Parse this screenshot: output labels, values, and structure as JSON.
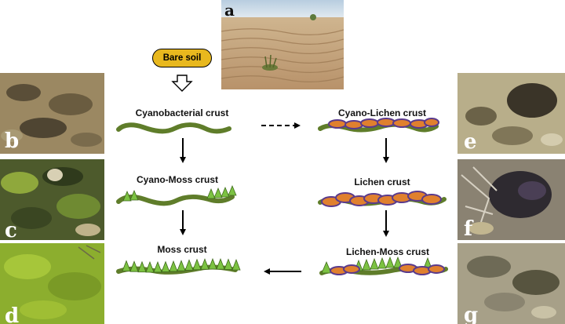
{
  "panels": [
    {
      "id": "a",
      "letter": "a",
      "scene": "sand-dune"
    },
    {
      "id": "b",
      "letter": "b",
      "scene": "cyanobacterial-crust"
    },
    {
      "id": "c",
      "letter": "c",
      "scene": "cyano-moss-crust"
    },
    {
      "id": "d",
      "letter": "d",
      "scene": "moss-crust"
    },
    {
      "id": "e",
      "letter": "e",
      "scene": "cyano-lichen-crust"
    },
    {
      "id": "f",
      "letter": "f",
      "scene": "lichen-crust"
    },
    {
      "id": "g",
      "letter": "g",
      "scene": "lichen-moss-crust"
    }
  ],
  "start": {
    "label": "Bare soil"
  },
  "stages": {
    "cyanobacterial": "Cyanobacterial crust",
    "cyano_moss": "Cyano-Moss crust",
    "moss": "Moss crust",
    "cyano_lichen": "Cyano-Lichen crust",
    "lichen": "Lichen crust",
    "lichen_moss": "Lichen-Moss crust"
  },
  "colors": {
    "crust_band": "#5f7d2a",
    "moss_triangle": "#7cc242",
    "lichen_fill": "#e0802e",
    "lichen_outline": "#5a3a8c",
    "bare_soil_fill": "#e8b81e"
  }
}
